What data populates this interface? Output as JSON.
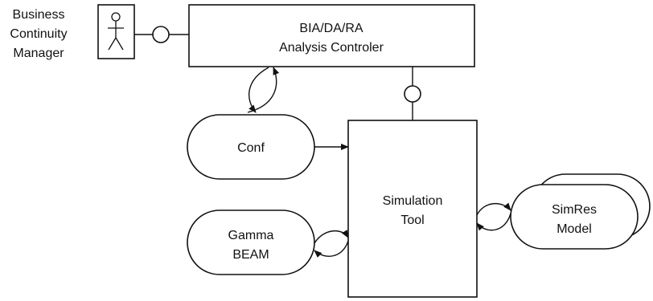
{
  "actor": {
    "lines": [
      "Business",
      "Continuity",
      "Manager"
    ]
  },
  "controller": {
    "lines": [
      "BIA/DA/RA",
      "Analysis Controler"
    ]
  },
  "conf": {
    "label": "Conf"
  },
  "simulation": {
    "lines": [
      "Simulation",
      "Tool"
    ]
  },
  "gamma": {
    "lines": [
      "Gamma",
      "BEAM"
    ]
  },
  "simres": {
    "lines": [
      "SimRes",
      "Model"
    ]
  }
}
